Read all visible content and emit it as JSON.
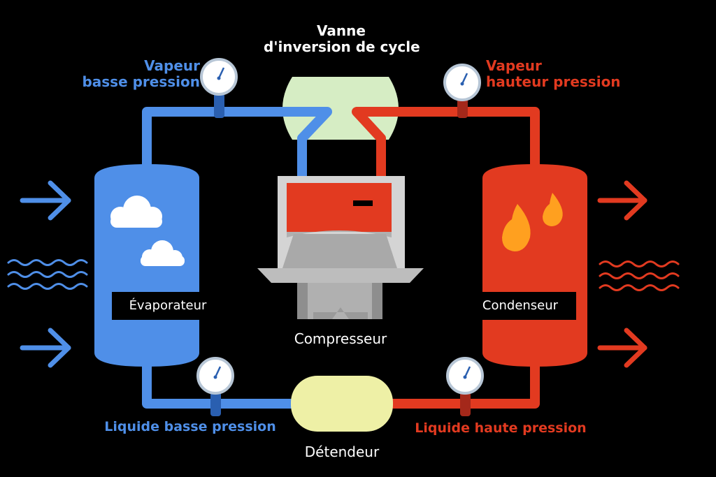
{
  "labels": {
    "valve": [
      "Vanne",
      "d'inversion de cycle"
    ],
    "vapor_low": [
      "Vapeur",
      "basse pression"
    ],
    "vapor_high": [
      "Vapeur",
      "hauteur pression"
    ],
    "evaporator": "Évaporateur",
    "condenser": "Condenseur",
    "compressor": "Compresseur",
    "liquid_low": "Liquide basse pression",
    "liquid_high": "Liquide haute pression",
    "expander": "Détendeur"
  },
  "colors": {
    "cold": "#4f8fe8",
    "hot": "#e23a20",
    "valve": "#d6edc4",
    "expander": "#eef0a6",
    "compressor_body": "#a9a9a9",
    "flame": "#ffa01f"
  },
  "icons": [
    "cloud-icon",
    "flame-icon",
    "arrow-right-icon",
    "wave-icon",
    "pressure-gauge-icon"
  ]
}
